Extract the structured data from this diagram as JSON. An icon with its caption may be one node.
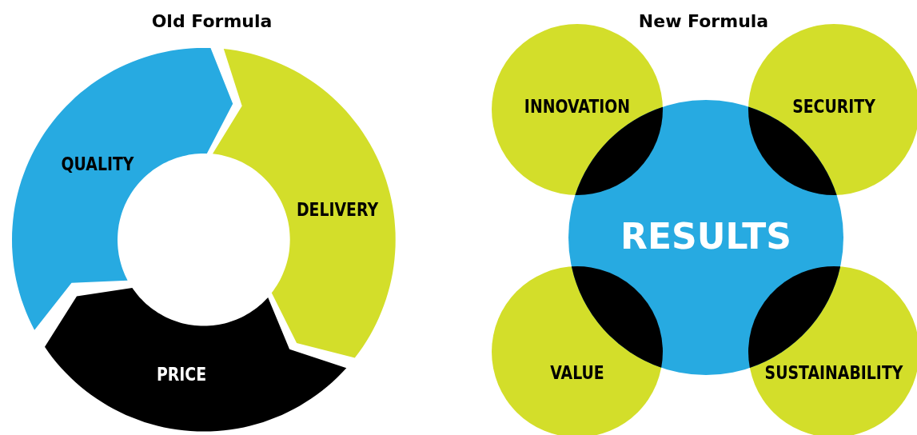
{
  "diagram": {
    "nodes": [
      {
        "text": [
          "QUALITY"
        ]
      },
      {
        "text": [
          "DELIVERY"
        ]
      },
      {
        "text": [
          "PRICE"
        ]
      },
      {
        "text": [
          "INNOVATION"
        ]
      },
      {
        "text": [
          "SECURITY"
        ]
      },
      {
        "text": [
          "RESULTS"
        ]
      },
      {
        "text": [
          "VALUE"
        ]
      },
      {
        "text": [
          "SUSTAINABILITY"
        ]
      },
      {
        "text": [],
        "shape": "lens"
      },
      {
        "text": [],
        "shape": "lens"
      },
      {
        "text": [],
        "shape": "lens"
      },
      {
        "text": [],
        "shape": "lens"
      }
    ],
    "labels": [
      "Old Formula",
      "New Formula"
    ]
  }
}
